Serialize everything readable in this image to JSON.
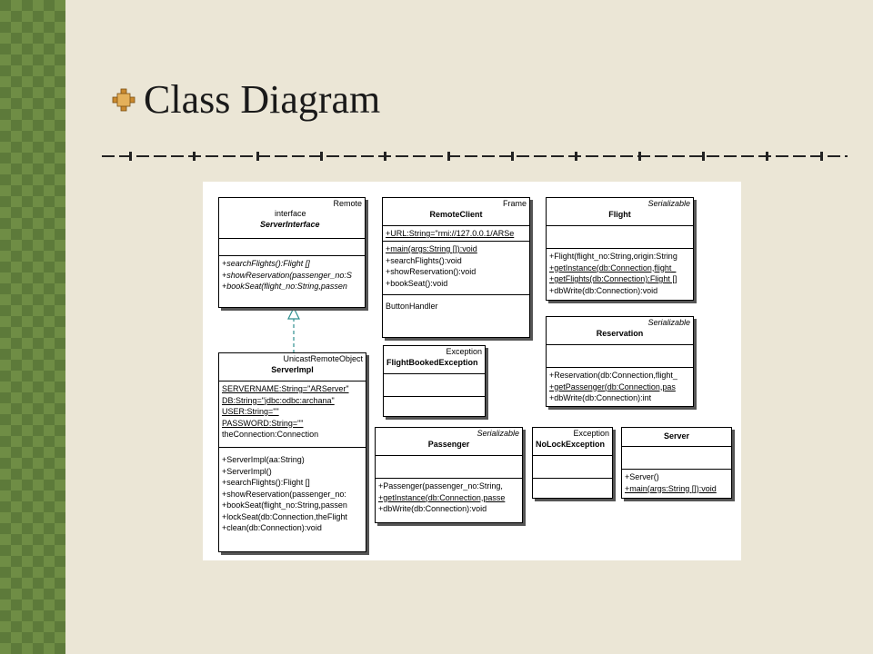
{
  "title": "Class Diagram",
  "colors": {
    "background": "#ebe6d6",
    "strip": "#5d7a3a",
    "bullet": "#c9892f"
  },
  "icons": {
    "bullet": "ornament-bullet-icon",
    "generalization": "hollow-triangle-arrow-icon"
  },
  "diagram": {
    "server_interface": {
      "stereotype": "Remote",
      "keyword": "interface",
      "name": "ServerInterface",
      "operations": [
        "+searchFlights():Flight []",
        "+showReservation(passenger_no:S",
        "+bookSeat(flight_no:String,passen"
      ]
    },
    "remote_client": {
      "stereotype": "Frame",
      "name": "RemoteClient",
      "attributes": [
        "+URL:String=\"rmi://127.0.0.1/ARSe"
      ],
      "operations": [
        "+main(args:String []):void",
        "+searchFlights():void",
        "+showReservation():void",
        "+bookSeat():void"
      ],
      "inner": [
        "ButtonHandler"
      ]
    },
    "flight": {
      "stereotype": "Serializable",
      "name": "Flight",
      "operations": [
        "+Flight(flight_no:String,origin:String",
        "+getInstance(db:Connection,flight_",
        "+getFlights(db:Connection):Flight []",
        "+dbWrite(db:Connection):void"
      ]
    },
    "reservation": {
      "stereotype": "Serializable",
      "name": "Reservation",
      "operations": [
        "+Reservation(db:Connection,flight_",
        "+getPassenger(db:Connection,pas",
        "+dbWrite(db:Connection):int"
      ]
    },
    "flight_booked_exception": {
      "stereotype": "Exception",
      "name": "FlightBookedException"
    },
    "server_impl": {
      "stereotype": "UnicastRemoteObject",
      "name": "ServerImpl",
      "attributes": [
        "SERVERNAME:String=\"ARServer\"",
        "DB:String=\"jdbc:odbc:archana\"",
        "USER:String=\"\"",
        "PASSWORD:String=\"\"",
        "theConnection:Connection"
      ],
      "operations": [
        "+ServerImpl(aa:String)",
        "+ServerImpl()",
        "+searchFlights():Flight []",
        "+showReservation(passenger_no:",
        "+bookSeat(flight_no:String,passen",
        "+lockSeat(db:Connection,theFlight",
        "+clean(db:Connection):void"
      ]
    },
    "passenger": {
      "stereotype": "Serializable",
      "name": "Passenger",
      "operations": [
        "+Passenger(passenger_no:String,",
        "+getInstance(db:Connection,passe",
        "+dbWrite(db:Connection):void"
      ]
    },
    "no_lock_exception": {
      "stereotype": "Exception",
      "name": "NoLockException"
    },
    "server": {
      "name": "Server",
      "operations": [
        "+Server()",
        "+main(args:String []):void"
      ]
    }
  }
}
